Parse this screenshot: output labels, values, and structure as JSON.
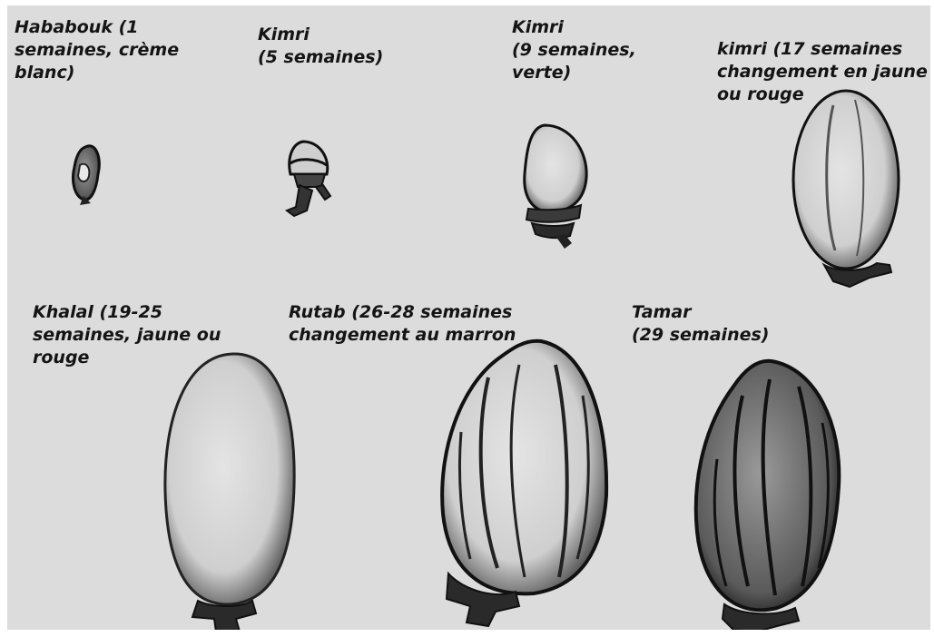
{
  "stages": [
    {
      "label": "Hababouk (1\nsemaines, crème\nblanc)"
    },
    {
      "label": "Kimri\n(5 semaines)"
    },
    {
      "label": "Kimri\n(9 semaines,\nverte)"
    },
    {
      "label": "kimri (17 semaines\nchangement en jaune\nou rouge"
    },
    {
      "label": "Khalal (19-25\nsemaines, jaune ou\nrouge"
    },
    {
      "label": "Rutab (26-28 semaines\nchangement au marron"
    },
    {
      "label": "Tamar\n(29 semaines)"
    }
  ],
  "colors": {
    "background": "#dcdcdc",
    "ink": "#141414"
  }
}
